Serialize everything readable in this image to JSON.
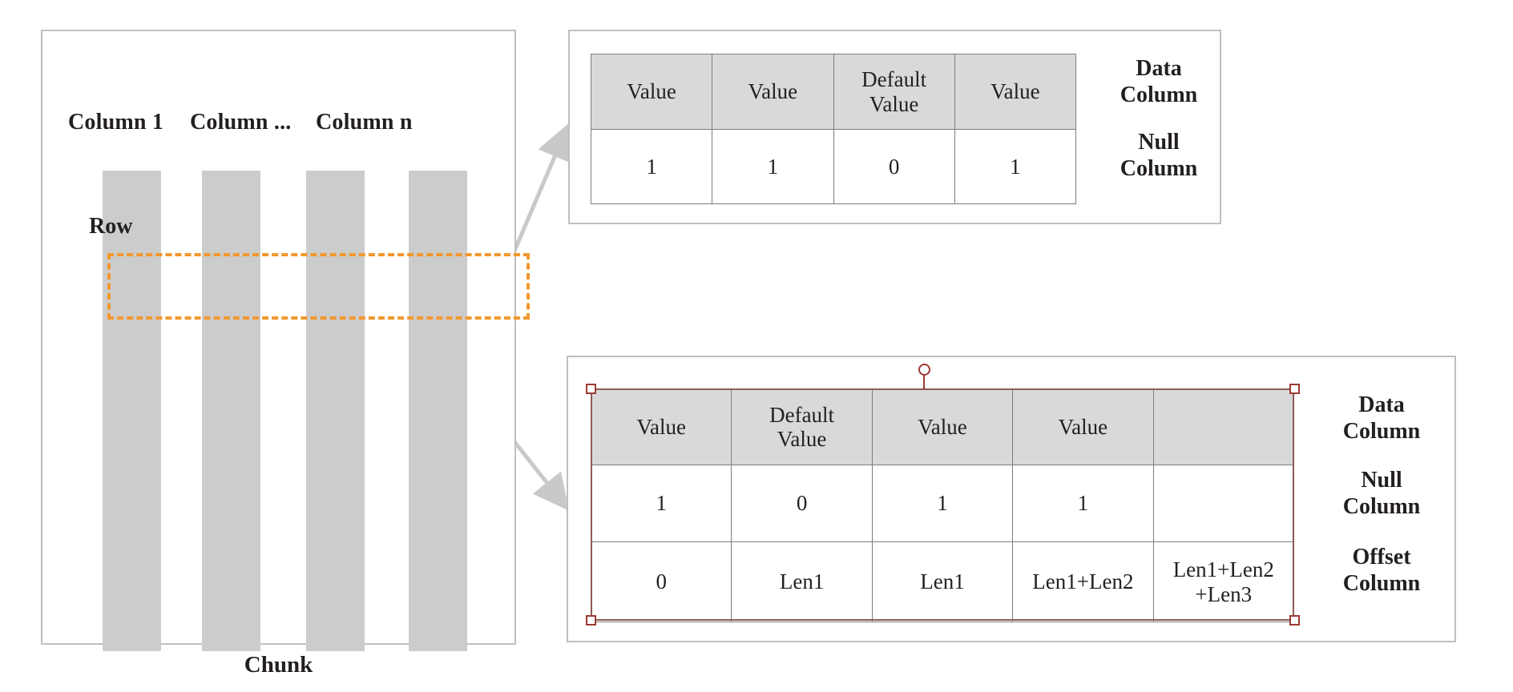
{
  "chunk_panel": {
    "column_headers": [
      "Column 1",
      "Column ...",
      "Column n"
    ],
    "row_label": "Row",
    "chunk_label": "Chunk",
    "bar_count": 4,
    "highlight_color": "#f2982e",
    "bar_color": "#cccccc"
  },
  "top_right": {
    "table": {
      "header": [
        "Value",
        "Value",
        "Default Value",
        "Value"
      ],
      "rows": [
        [
          "1",
          "1",
          "0",
          "1"
        ]
      ]
    },
    "annotations": [
      {
        "line1": "Data",
        "line2": "Column"
      },
      {
        "line1": "Null",
        "line2": "Column"
      }
    ]
  },
  "bottom_right": {
    "table": {
      "header": [
        "Value",
        "Default Value",
        "Value",
        "Value",
        ""
      ],
      "rows": [
        [
          "1",
          "0",
          "1",
          "1",
          ""
        ],
        [
          "0",
          "Len1",
          "Len1",
          "Len1+Len2",
          "Len1+Len2 +Len3"
        ]
      ]
    },
    "annotations": [
      {
        "line1": "Data",
        "line2": "Column"
      },
      {
        "line1": "Null",
        "line2": "Column"
      },
      {
        "line1": "Offset",
        "line2": "Column"
      }
    ],
    "selection": {
      "handle_color": "#9b3a34",
      "outline_color": "#8c5a55"
    }
  },
  "connectors": {
    "color": "#c9c9c9",
    "count": 2
  }
}
